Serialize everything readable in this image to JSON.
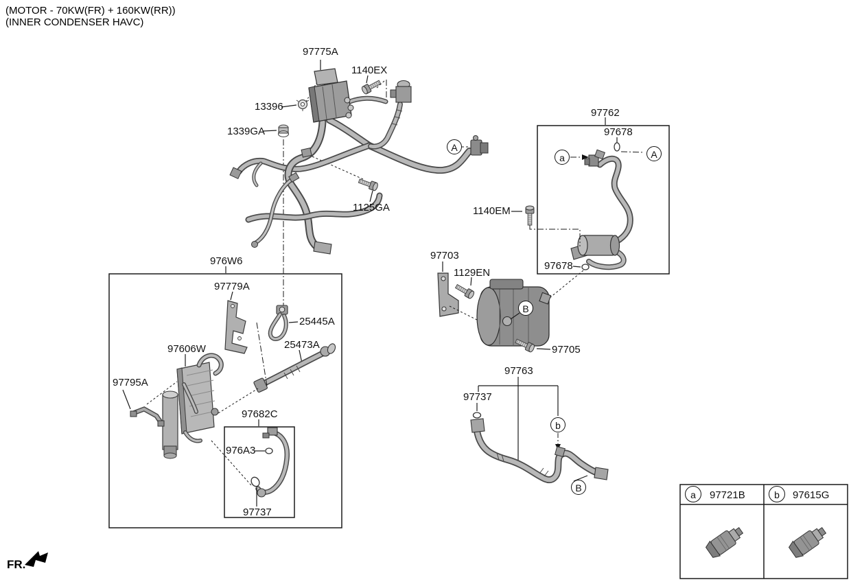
{
  "title": {
    "line1": "(MOTOR - 70KW(FR) + 160KW(RR))",
    "line2": "(INNER CONDENSER HAVC)"
  },
  "fr_label": "FR.",
  "parts": {
    "p97775A": "97775A",
    "p1140EX": "1140EX",
    "p13396": "13396",
    "p1339GA": "1339GA",
    "p1125GA": "1125GA",
    "p97762": "97762",
    "p97678_top": "97678",
    "p1140EM": "1140EM",
    "p97678_bottom": "97678",
    "p97703": "97703",
    "p1129EN": "1129EN",
    "p97705": "97705",
    "p976W6": "976W6",
    "p97779A": "97779A",
    "p25445A": "25445A",
    "p25473A": "25473A",
    "p97606W": "97606W",
    "p97795A": "97795A",
    "p97682C": "97682C",
    "p976A3": "976A3",
    "p97737_box": "97737",
    "p97763": "97763",
    "p97737_mid": "97737"
  },
  "callouts": {
    "A": "A",
    "a": "a",
    "B": "B",
    "b": "b"
  },
  "legend": {
    "items": [
      {
        "marker": "a",
        "part": "97721B"
      },
      {
        "marker": "b",
        "part": "97615G"
      }
    ]
  },
  "colors": {
    "line": "#1a1a1a",
    "hose_outline": "#4a4a4a",
    "hose_fill": "#b8b8b8",
    "part_fill": "#a8a8a8"
  }
}
